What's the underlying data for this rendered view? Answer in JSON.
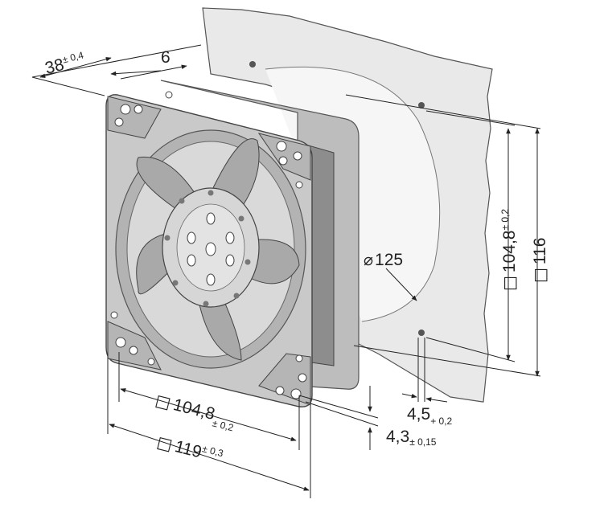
{
  "dimensions": {
    "depth": {
      "value": "38",
      "tolerance": "± 0,4"
    },
    "guard_depth": {
      "value": "6"
    },
    "hole_spacing_top": {
      "symbol": "□",
      "value": "104,8",
      "tolerance": "± 0,2"
    },
    "hole_spacing_side": {
      "symbol": "□",
      "value": "104,8",
      "tolerance": "± 0,2"
    },
    "frame_width": {
      "symbol": "□",
      "value": "119",
      "tolerance": "± 0,3"
    },
    "mounting_height": {
      "symbol": "□",
      "value": "116"
    },
    "cutout_diameter": {
      "symbol": "⌀",
      "value": "125"
    },
    "mounting_hole": {
      "value": "4,5",
      "tolerance": "+ 0,2"
    },
    "screw_hole": {
      "value": "4,3",
      "tolerance": "± 0,15"
    }
  },
  "colors": {
    "panel": "#e9e9e9",
    "frame": "#c9c9c9",
    "frame_dark": "#9b9b9b",
    "blade": "#a9a9a9",
    "hub": "#d6d6d6",
    "line": "#222222"
  }
}
